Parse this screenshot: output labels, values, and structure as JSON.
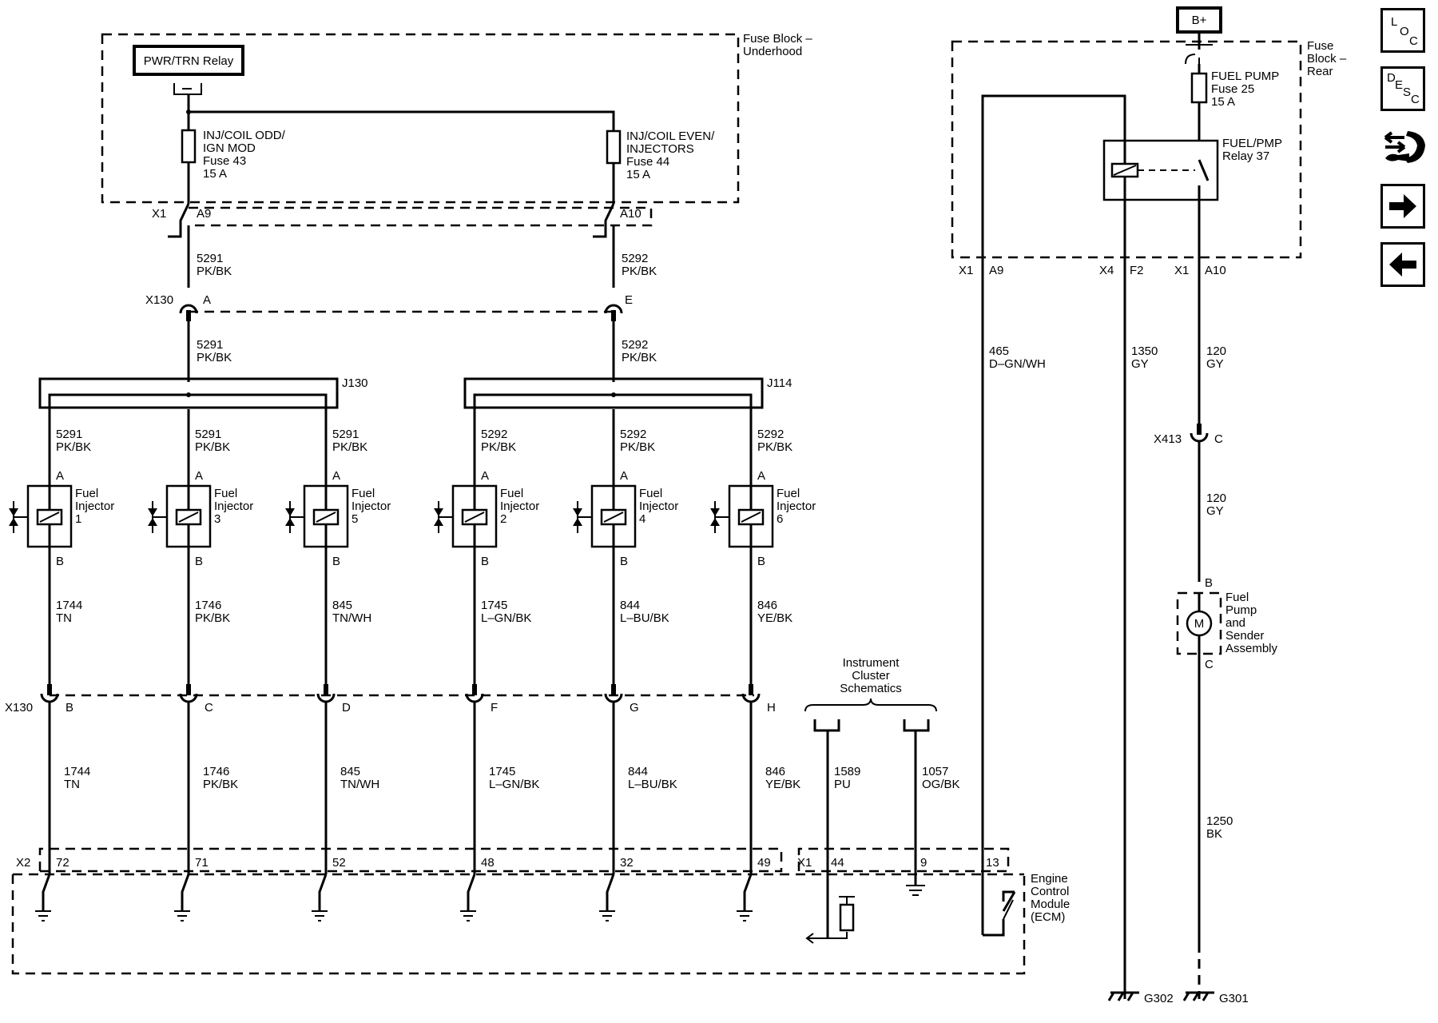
{
  "fuse_block_underhood": {
    "label_line1": "Fuse Block –",
    "label_line2": "Underhood",
    "relay": "PWR/TRN Relay",
    "fuse_odd": [
      "INJ/COIL ODD/",
      "IGN MOD",
      "Fuse 43",
      "15 A"
    ],
    "fuse_even": [
      "INJ/COIL EVEN/",
      "INJECTORS",
      "Fuse 44",
      "15 A"
    ],
    "conn_x1": "X1",
    "pin_a9": "A9",
    "pin_a10": "A10"
  },
  "upper_wires": {
    "odd_circuit": "5291",
    "odd_color": "PK/BK",
    "even_circuit": "5292",
    "even_color": "PK/BK"
  },
  "x130_top": {
    "label": "X130",
    "pin_a": "A",
    "pin_e": "E"
  },
  "splices": {
    "left": "J130",
    "right": "J114"
  },
  "injectors": [
    {
      "name": [
        "Fuel",
        "Injector",
        "1"
      ],
      "feed_circuit": "5291",
      "feed_color": "PK/BK",
      "pin_a": "A",
      "pin_b": "B",
      "out_circuit": "1744",
      "out_color": "TN",
      "x130_pin": "B",
      "ecm_pin": "72"
    },
    {
      "name": [
        "Fuel",
        "Injector",
        "3"
      ],
      "feed_circuit": "5291",
      "feed_color": "PK/BK",
      "pin_a": "A",
      "pin_b": "B",
      "out_circuit": "1746",
      "out_color": "PK/BK",
      "x130_pin": "C",
      "ecm_pin": "71"
    },
    {
      "name": [
        "Fuel",
        "Injector",
        "5"
      ],
      "feed_circuit": "5291",
      "feed_color": "PK/BK",
      "pin_a": "A",
      "pin_b": "B",
      "out_circuit": "845",
      "out_color": "TN/WH",
      "x130_pin": "D",
      "ecm_pin": "52"
    },
    {
      "name": [
        "Fuel",
        "Injector",
        "2"
      ],
      "feed_circuit": "5292",
      "feed_color": "PK/BK",
      "pin_a": "A",
      "pin_b": "B",
      "out_circuit": "1745",
      "out_color": "L–GN/BK",
      "x130_pin": "F",
      "ecm_pin": "48"
    },
    {
      "name": [
        "Fuel",
        "Injector",
        "4"
      ],
      "feed_circuit": "5292",
      "feed_color": "PK/BK",
      "pin_a": "A",
      "pin_b": "B",
      "out_circuit": "844",
      "out_color": "L–BU/BK",
      "x130_pin": "G",
      "ecm_pin": "32"
    },
    {
      "name": [
        "Fuel",
        "Injector",
        "6"
      ],
      "feed_circuit": "5292",
      "feed_color": "PK/BK",
      "pin_a": "A",
      "pin_b": "B",
      "out_circuit": "846",
      "out_color": "YE/BK",
      "x130_pin": "H",
      "ecm_pin": "49"
    }
  ],
  "x130_bottom": {
    "label": "X130"
  },
  "instrument_cluster": {
    "title": [
      "Instrument",
      "Cluster",
      "Schematics"
    ],
    "wire1_circuit": "1589",
    "wire1_color": "PU",
    "wire2_circuit": "1057",
    "wire2_color": "OG/BK"
  },
  "ecm": {
    "name": [
      "Engine",
      "Control",
      "Module",
      "(ECM)"
    ],
    "conn_x2": "X2",
    "conn_x1": "X1",
    "pin_44": "44",
    "pin_9": "9",
    "pin_13": "13"
  },
  "fuse_block_rear": {
    "label": [
      "Fuse",
      "Block –",
      "Rear"
    ],
    "battery": "B+",
    "fuse": [
      "FUEL PUMP",
      "Fuse 25",
      "15 A"
    ],
    "relay": [
      "FUEL/PMP",
      "Relay 37"
    ],
    "conn_x1_a": "X1",
    "pin_a9": "A9",
    "conn_x4": "X4",
    "pin_f2": "F2",
    "conn_x1_b": "X1",
    "pin_a10": "A10"
  },
  "right_wires": {
    "w465_circuit": "465",
    "w465_color": "D–GN/WH",
    "w1350_circuit": "1350",
    "w1350_color": "GY",
    "w120_circuit": "120",
    "w120_color": "GY",
    "x413_label": "X413",
    "x413_pin": "C",
    "w120b_circuit": "120",
    "w120b_color": "GY",
    "w1250_circuit": "1250",
    "w1250_color": "BK"
  },
  "fuel_pump": {
    "name": [
      "Fuel",
      "Pump",
      "and",
      "Sender",
      "Assembly"
    ],
    "motor_symbol": "M",
    "pin_b": "B",
    "pin_c": "C"
  },
  "grounds": {
    "g302": "G302",
    "g301": "G301"
  },
  "nav": {
    "loc": [
      "L",
      "O",
      "C"
    ],
    "desc": [
      "D",
      "E",
      "S",
      "C"
    ],
    "icons": [
      "loc-icon",
      "desc-icon",
      "connector-tool-icon",
      "next-arrow-icon",
      "previous-arrow-icon"
    ]
  }
}
